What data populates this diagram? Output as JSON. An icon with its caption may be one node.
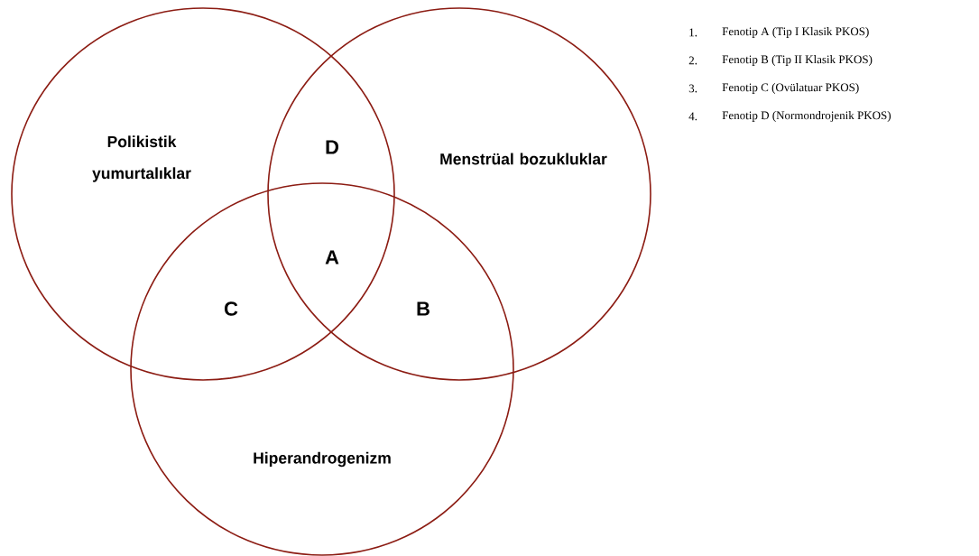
{
  "diagram": {
    "nodes": [
      {
        "text": [
          "Polikistik yumurtalıklar"
        ]
      },
      {
        "text": [
          "Menstrüal bozukluklar"
        ]
      },
      {
        "text": [
          "Hiperandrogenizm"
        ]
      }
    ],
    "labels": [
      "D",
      "A",
      "C",
      "B",
      "1.",
      "Fenotip A (Tip I Klasik PKOS)",
      "2.",
      "Fenotip B (Tip II Klasik PKOS)",
      "3.",
      "Fenotip C (Ovülatuar PKOS)",
      "4.",
      "Fenotip D (Normondrojenik PKOS)"
    ]
  }
}
